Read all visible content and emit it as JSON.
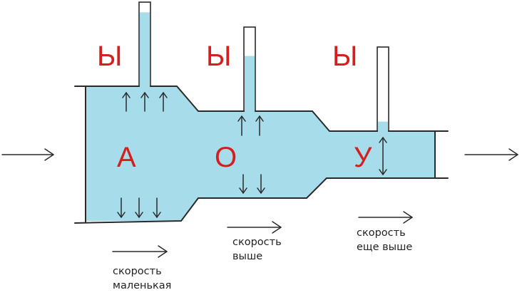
{
  "colors": {
    "liquid": "#a7dcea",
    "outline": "#2a2a2a",
    "label_red": "#d51f1f"
  },
  "pipe_letters": {
    "wide": "А",
    "middle": "О",
    "narrow": "У"
  },
  "tube_letters": {
    "first": "Ы",
    "second": "Ы",
    "third": "Ы"
  },
  "captions": {
    "wide": {
      "line1": "скорость",
      "line2": "маленькая"
    },
    "middle": {
      "line1": "скорость",
      "line2": "выше"
    },
    "narrow": {
      "line1": "скорость",
      "line2": "еще выше"
    }
  },
  "liquid_levels": {
    "tube_1": 0.88,
    "tube_2": 0.66,
    "tube_3": 0.12
  }
}
